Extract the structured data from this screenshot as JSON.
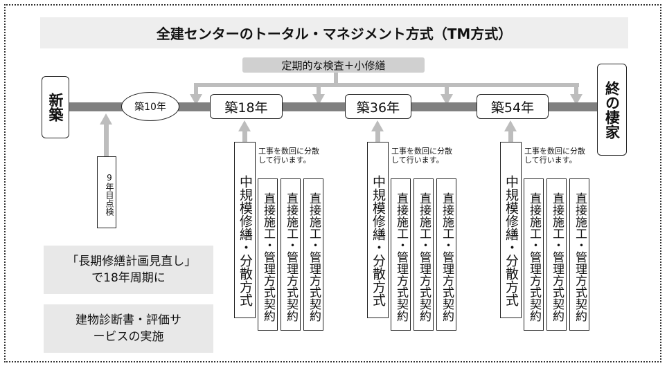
{
  "title": "全建センターのトータル・マネジメント方式（TM方式）",
  "inspection_label": "定期的な検査＋小修繕",
  "start": "新築",
  "end": "終の棲家",
  "year10": "築10年",
  "check9": "9年目点検",
  "milestones": [
    {
      "year": "築18年",
      "main": "中規模修繕・分散方式",
      "note": "工事を数回に分散して行います。",
      "contracts": [
        "直接施工・管理方式契約",
        "直接施工・管理方式契約",
        "直接施工・管理方式契約"
      ]
    },
    {
      "year": "築36年",
      "main": "中規模修繕・分散方式",
      "note": "工事を数回に分散して行います。",
      "contracts": [
        "直接施工・管理方式契約",
        "直接施工・管理方式契約",
        "直接施工・管理方式契約"
      ]
    },
    {
      "year": "築54年",
      "main": "中規模修繕・分散方式",
      "note": "工事を数回に分散して行います。",
      "contracts": [
        "直接施工・管理方式契約",
        "直接施工・管理方式契約",
        "直接施工・管理方式契約"
      ]
    }
  ],
  "box1": "「長期修繕計画見直し」で18年周期に",
  "box2": "建物診断書・評価サービスの実施"
}
